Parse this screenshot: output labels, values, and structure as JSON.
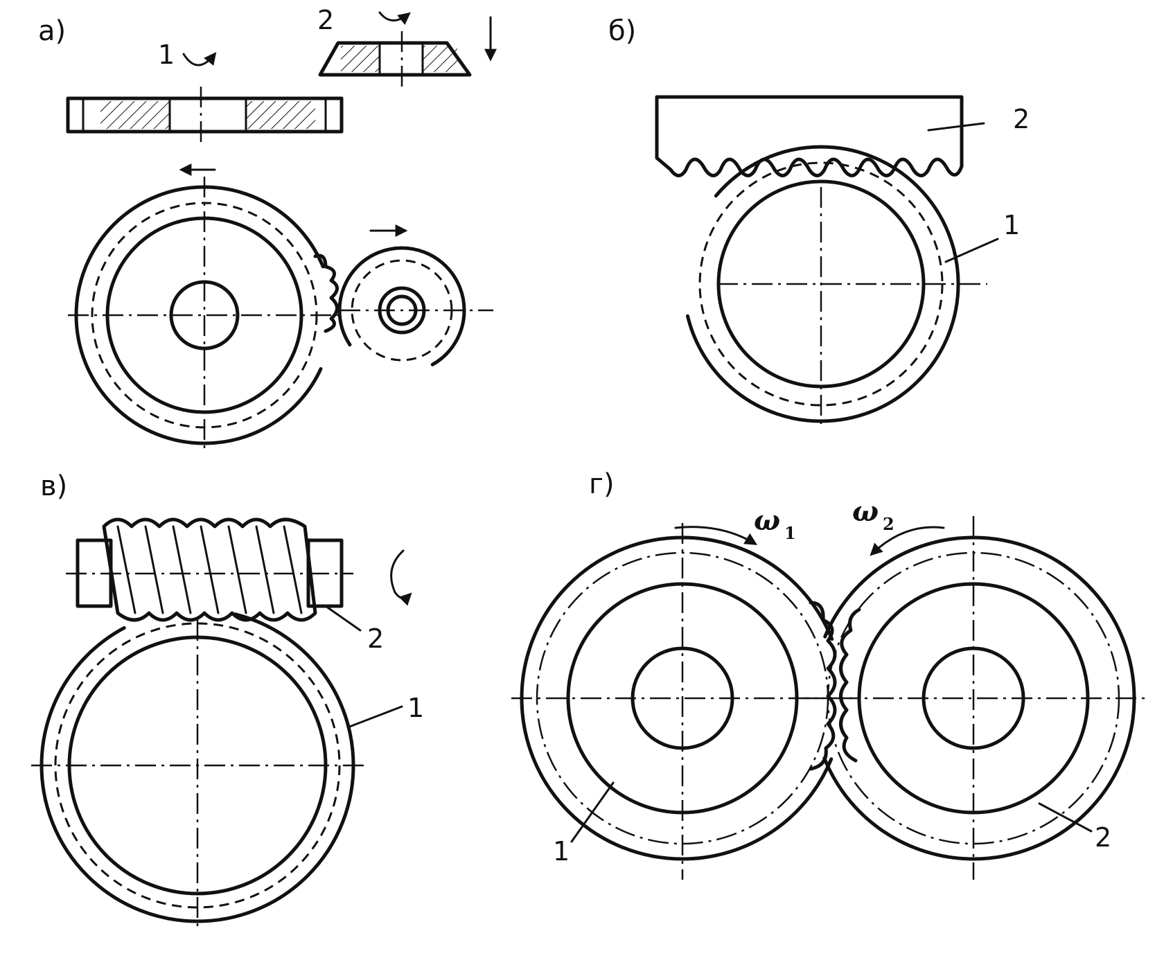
{
  "panels": {
    "a": {
      "label": "а)",
      "numbers": {
        "gear": "1",
        "pinion": "2"
      }
    },
    "b": {
      "label": "б)",
      "numbers": {
        "rack": "2",
        "gear": "1"
      }
    },
    "c": {
      "label": "в)",
      "numbers": {
        "worm": "2",
        "wheel": "1"
      }
    },
    "d": {
      "label": "г)",
      "numbers": {
        "left_gear": "1",
        "right_gear": "2"
      },
      "omega1": {
        "symbol": "ω",
        "index": "1"
      },
      "omega2": {
        "symbol": "ω",
        "index": "2"
      }
    }
  }
}
